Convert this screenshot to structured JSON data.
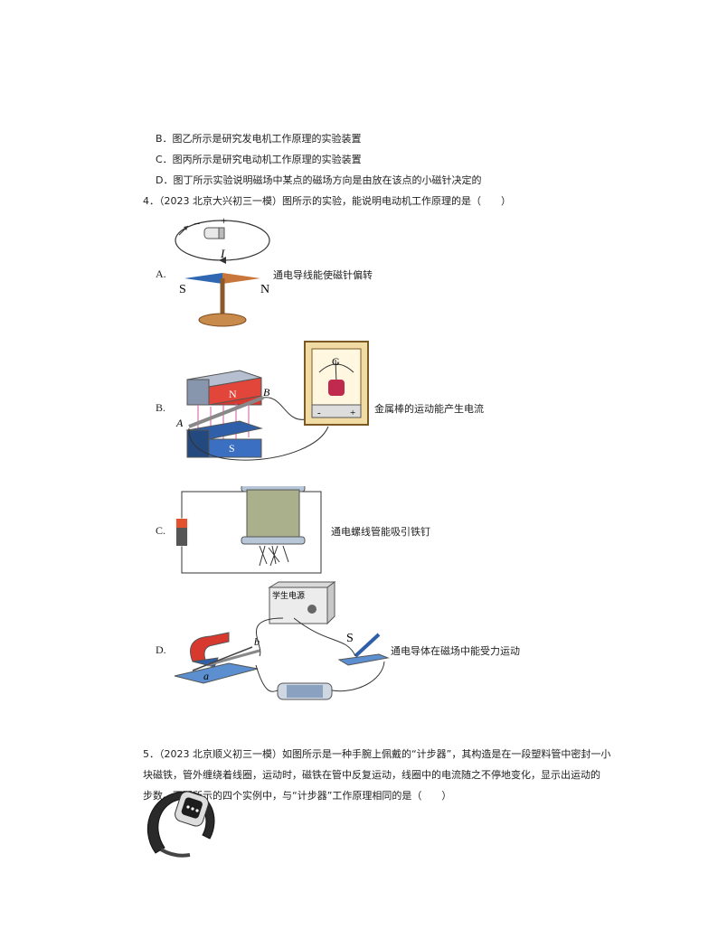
{
  "options_prev": {
    "b": "B．图乙所示是研究发电机工作原理的实验装置",
    "c": "C．图丙所示是研究电动机工作原理的实验装置",
    "d": "D．图丁所示实验说明磁场中某点的磁场方向是由放在该点的小磁针决定的"
  },
  "q4": {
    "stem": "4．（2023 北京大兴初三一模）图所示的实验，能说明电动机工作原理的是（　　）",
    "options": [
      {
        "label": "A.",
        "caption": "通电导线能使磁针偏转",
        "fig_text": {
          "minus": "−",
          "plus": "+",
          "current": "I",
          "s": "S",
          "n": "N"
        }
      },
      {
        "label": "B.",
        "caption": "金属棒的运动能产生电流",
        "fig_text": {
          "n": "N",
          "s": "S",
          "a": "A",
          "b": "B",
          "g": "G",
          "minus": "-",
          "plus": "+"
        }
      },
      {
        "label": "C.",
        "caption": "通电螺线管能吸引铁钉"
      },
      {
        "label": "D.",
        "caption": "通电导体在磁场中能受力运动",
        "fig_text": {
          "psu": "学生电源",
          "a": "a",
          "b": "b",
          "s": "S"
        }
      }
    ]
  },
  "q5": {
    "line1": "5．（2023 北京顺义初三一模）如图所示是一种手腕上佩戴的“计步器”，其构造是在一段塑料管中密封一小",
    "line2": "块磁铁，管外缠绕着线圈，运动时，磁铁在管中反复运动，线圈中的电流随之不停地变化，显示出运动的",
    "line3": "步数。下图所示的四个实例中，与“计步器”工作原理相同的是（　　）"
  }
}
